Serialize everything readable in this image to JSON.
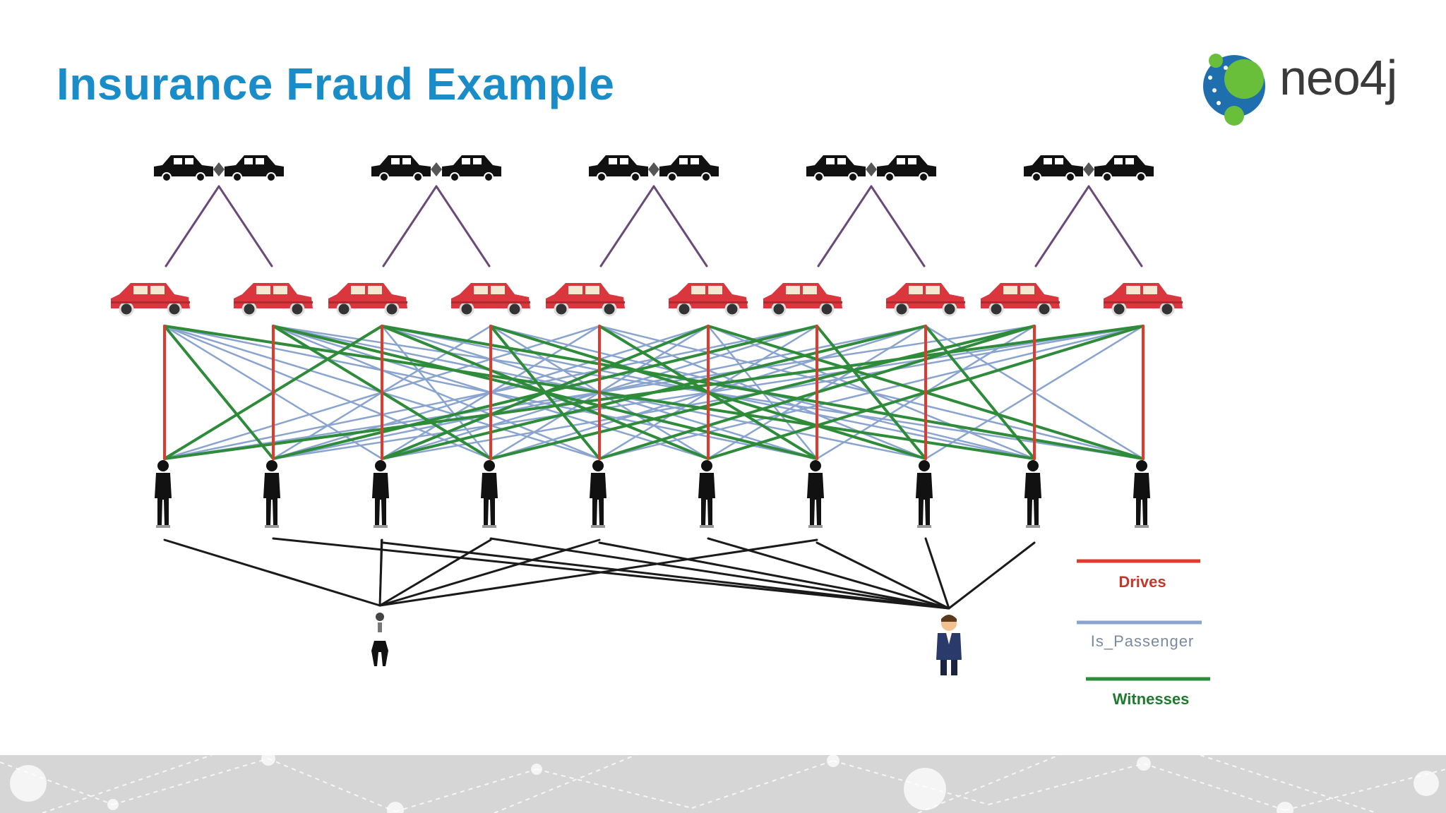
{
  "slide": {
    "title": "Insurance Fraud Example",
    "logo_text": "neo4j"
  },
  "legend": {
    "drives": "Drives",
    "is_passenger": "Is_Passenger",
    "witnesses": "Witnesses"
  },
  "colors": {
    "title": "#1a8cc8",
    "drives": "#e03a2e",
    "is_passenger": "#8aa4d0",
    "witnesses": "#2e8b3a",
    "accident_link": "#6a4a78",
    "ring_link": "#1a1a1a",
    "logo_blue": "#1f6fae",
    "logo_green": "#6abf3a"
  },
  "icons": {
    "accident": "car-collision-icon",
    "car": "red-car-icon",
    "person": "person-silhouette-icon",
    "lawyer": "lawyer-icon",
    "doctor": "doctor-icon"
  },
  "graph": {
    "accidents": 5,
    "cars": 10,
    "people": 10,
    "drives": [
      [
        0,
        0
      ],
      [
        1,
        1
      ],
      [
        2,
        2
      ],
      [
        3,
        3
      ],
      [
        4,
        4
      ],
      [
        5,
        5
      ],
      [
        6,
        6
      ],
      [
        7,
        7
      ],
      [
        8,
        8
      ],
      [
        9,
        9
      ]
    ],
    "witnesses": [
      [
        0,
        2
      ],
      [
        0,
        9
      ],
      [
        1,
        0
      ],
      [
        1,
        6
      ],
      [
        2,
        5
      ],
      [
        2,
        7
      ],
      [
        3,
        1
      ],
      [
        3,
        8
      ],
      [
        4,
        3
      ],
      [
        4,
        8
      ],
      [
        5,
        2
      ],
      [
        5,
        9
      ],
      [
        6,
        4
      ],
      [
        6,
        1
      ],
      [
        7,
        6
      ],
      [
        7,
        3
      ],
      [
        8,
        7
      ],
      [
        8,
        0
      ],
      [
        9,
        5
      ],
      [
        9,
        2
      ]
    ],
    "passengers": [
      [
        0,
        4
      ],
      [
        0,
        6
      ],
      [
        0,
        8
      ],
      [
        1,
        3
      ],
      [
        1,
        5
      ],
      [
        1,
        7
      ],
      [
        1,
        9
      ],
      [
        2,
        0
      ],
      [
        2,
        4
      ],
      [
        2,
        6
      ],
      [
        2,
        9
      ],
      [
        3,
        0
      ],
      [
        3,
        2
      ],
      [
        3,
        5
      ],
      [
        3,
        7
      ],
      [
        4,
        0
      ],
      [
        4,
        1
      ],
      [
        4,
        6
      ],
      [
        4,
        9
      ],
      [
        5,
        1
      ],
      [
        5,
        3
      ],
      [
        5,
        7
      ],
      [
        6,
        0
      ],
      [
        6,
        2
      ],
      [
        6,
        5
      ],
      [
        6,
        8
      ],
      [
        7,
        1
      ],
      [
        7,
        4
      ],
      [
        7,
        9
      ],
      [
        8,
        2
      ],
      [
        8,
        3
      ],
      [
        8,
        5
      ],
      [
        9,
        1
      ],
      [
        9,
        4
      ],
      [
        9,
        7
      ]
    ],
    "lawyer_clients": [
      0,
      2,
      3,
      4,
      6
    ],
    "doctor_patients": [
      1,
      2,
      3,
      4,
      5,
      6,
      7,
      8
    ]
  }
}
